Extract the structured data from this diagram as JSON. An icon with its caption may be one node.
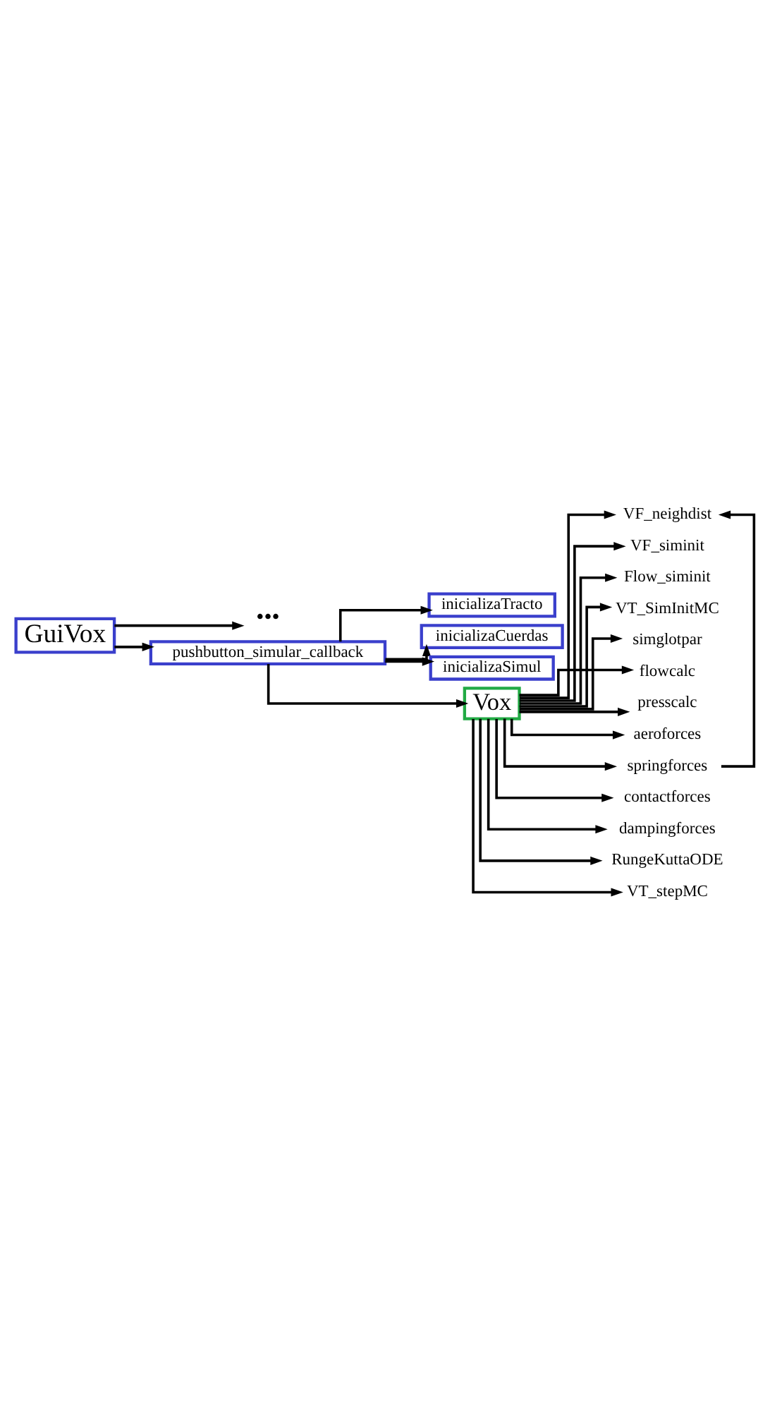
{
  "diagram": {
    "nodes": [
      {
        "text": [
          "GuiVox"
        ]
      },
      {
        "text": [
          "•••"
        ]
      },
      {
        "text": [
          "pushbutton_simular_callback"
        ]
      },
      {
        "text": [
          "inicializaTracto"
        ]
      },
      {
        "text": [
          "inicializaCuerdas"
        ]
      },
      {
        "text": [
          "inicializaSimul"
        ]
      },
      {
        "text": [
          "Vox"
        ]
      },
      {
        "text": [
          "VF_neighdist"
        ]
      },
      {
        "text": [
          "VF_siminit"
        ]
      },
      {
        "text": [
          "Flow_siminit"
        ]
      },
      {
        "text": [
          "VT_SimInitMC"
        ]
      },
      {
        "text": [
          "simglotpar"
        ]
      },
      {
        "text": [
          "flowcalc"
        ]
      },
      {
        "text": [
          "presscalc"
        ]
      },
      {
        "text": [
          "aeroforces"
        ]
      },
      {
        "text": [
          "springforces"
        ]
      },
      {
        "text": [
          "contactforces"
        ]
      },
      {
        "text": [
          "dampingforces"
        ]
      },
      {
        "text": [
          "RungeKuttaODE"
        ]
      },
      {
        "text": [
          "VT_stepMC"
        ]
      }
    ],
    "edges": [
      {
        "from": 0,
        "to": 1,
        "arrow": "to"
      },
      {
        "from": 0,
        "to": 2,
        "arrow": "to"
      },
      {
        "from": 2,
        "to": 3,
        "arrow": "to"
      },
      {
        "from": 2,
        "to": 4,
        "arrow": "to"
      },
      {
        "from": 2,
        "to": 5,
        "arrow": "to"
      },
      {
        "from": 2,
        "to": 6,
        "arrow": "to"
      },
      {
        "from": 6,
        "to": 7,
        "arrow": "to"
      },
      {
        "from": 6,
        "to": 8,
        "arrow": "to"
      },
      {
        "from": 6,
        "to": 9,
        "arrow": "to"
      },
      {
        "from": 6,
        "to": 10,
        "arrow": "to"
      },
      {
        "from": 6,
        "to": 11,
        "arrow": "to"
      },
      {
        "from": 6,
        "to": 12,
        "arrow": "to"
      },
      {
        "from": 6,
        "to": 13,
        "arrow": "to"
      },
      {
        "from": 6,
        "to": 14,
        "arrow": "to"
      },
      {
        "from": 6,
        "to": 15,
        "arrow": "to"
      },
      {
        "from": 6,
        "to": 16,
        "arrow": "to"
      },
      {
        "from": 6,
        "to": 17,
        "arrow": "to"
      },
      {
        "from": 6,
        "to": 18,
        "arrow": "to"
      },
      {
        "from": 6,
        "to": 19,
        "arrow": "to"
      },
      {
        "from": 15,
        "to": 7,
        "arrow": "to"
      }
    ]
  }
}
